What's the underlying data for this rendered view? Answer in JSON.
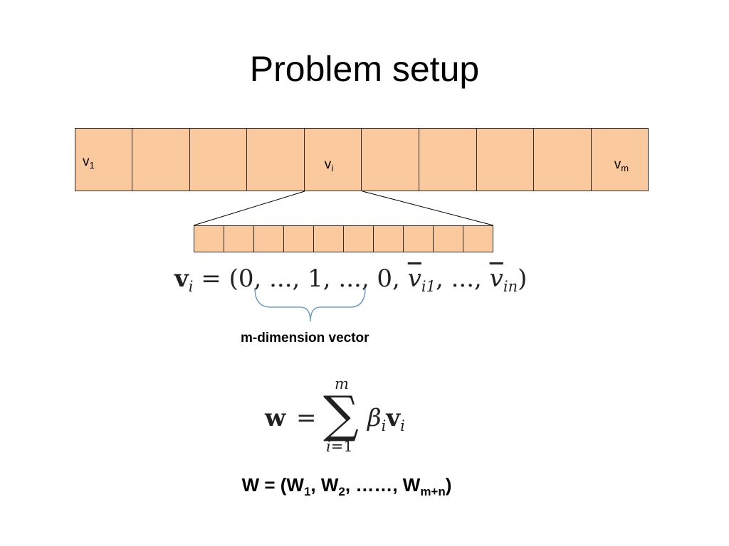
{
  "slide": {
    "title": "Problem setup"
  },
  "top_row": {
    "label_first": "v",
    "label_first_sub": "1",
    "label_mid": "v",
    "label_mid_sub": "i",
    "label_last": "v",
    "label_last_sub": "m"
  },
  "vi_equation": {
    "lhs": "v",
    "lhs_sub": "i",
    "equals": " = ",
    "open": "(0, ..., 1, ..., 0, ",
    "bar1": "v",
    "bar1_sub": "i1",
    "middle": ", ..., ",
    "bar2": "v",
    "bar2_sub": "in",
    "close": ")"
  },
  "brace_caption": "m-dimension vector",
  "w_equation": {
    "lhs": "w",
    "equals": "=",
    "sigma": "∑",
    "upper": "m",
    "lower_var": "i",
    "lower_rest": "=1",
    "beta": "β",
    "beta_sub": "i",
    "v": "v",
    "v_sub": "i"
  },
  "final_line": {
    "prefix": "W = (W",
    "sub1": "1",
    "sep1": ", W",
    "sub2": "2",
    "sep2": ", ……, W",
    "sub3": "m+n",
    "suffix": ")"
  },
  "colors": {
    "cell_fill": "#fac99e",
    "cell_border": "#2b2b2b",
    "brace": "#5b8fc9"
  }
}
